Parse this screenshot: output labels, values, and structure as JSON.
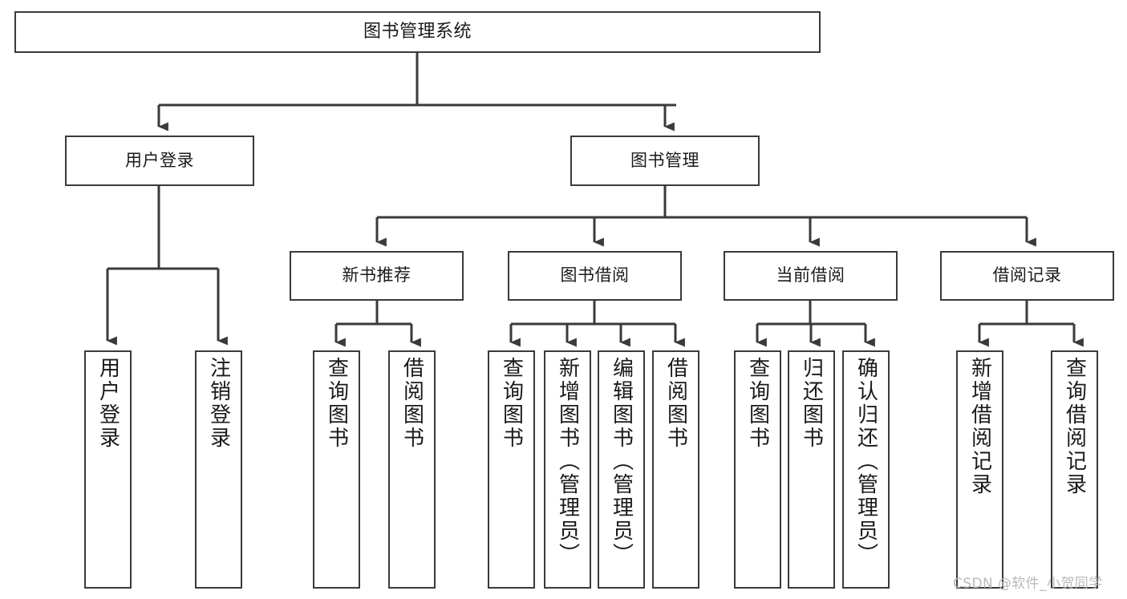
{
  "diagram": {
    "type": "tree",
    "title": "图书管理系统",
    "root": {
      "id": "root",
      "label": "图书管理系统",
      "orientation": "horizontal"
    },
    "level2": [
      {
        "id": "user-login",
        "label": "用户登录",
        "orientation": "horizontal"
      },
      {
        "id": "book-management",
        "label": "图书管理",
        "orientation": "horizontal"
      }
    ],
    "level3": [
      {
        "id": "new-book-recommend",
        "label": "新书推荐",
        "orientation": "horizontal",
        "parent": "book-management"
      },
      {
        "id": "book-borrow",
        "label": "图书借阅",
        "orientation": "horizontal",
        "parent": "book-management"
      },
      {
        "id": "current-borrow",
        "label": "当前借阅",
        "orientation": "horizontal",
        "parent": "book-management"
      },
      {
        "id": "borrow-record",
        "label": "借阅记录",
        "orientation": "horizontal",
        "parent": "book-management"
      }
    ],
    "leaves": [
      {
        "id": "leaf-user-login",
        "label": "用户登录",
        "orientation": "vertical",
        "parent": "user-login"
      },
      {
        "id": "leaf-logout-login",
        "label": "注销登录",
        "orientation": "vertical",
        "parent": "user-login"
      },
      {
        "id": "leaf-query-book-1",
        "label": "查询图书",
        "orientation": "vertical",
        "parent": "new-book-recommend"
      },
      {
        "id": "leaf-borrow-book-1",
        "label": "借阅图书",
        "orientation": "vertical",
        "parent": "new-book-recommend"
      },
      {
        "id": "leaf-query-book-2",
        "label": "查询图书",
        "orientation": "vertical",
        "parent": "book-borrow"
      },
      {
        "id": "leaf-add-book",
        "label": "新增图书（管理员）",
        "orientation": "vertical",
        "parent": "book-borrow"
      },
      {
        "id": "leaf-edit-book",
        "label": "编辑图书（管理员）",
        "orientation": "vertical",
        "parent": "book-borrow"
      },
      {
        "id": "leaf-borrow-book-2",
        "label": "借阅图书",
        "orientation": "vertical",
        "parent": "book-borrow"
      },
      {
        "id": "leaf-query-book-3",
        "label": "查询图书",
        "orientation": "vertical",
        "parent": "current-borrow"
      },
      {
        "id": "leaf-return-book",
        "label": "归还图书",
        "orientation": "vertical",
        "parent": "current-borrow"
      },
      {
        "id": "leaf-confirm-return",
        "label": "确认归还（管理员）",
        "orientation": "vertical",
        "parent": "current-borrow"
      },
      {
        "id": "leaf-add-record",
        "label": "新增借阅记录",
        "orientation": "vertical",
        "parent": "borrow-record"
      },
      {
        "id": "leaf-query-record",
        "label": "查询借阅记录",
        "orientation": "vertical",
        "parent": "borrow-record"
      }
    ],
    "colors": {
      "box_border": "#3a3a3a",
      "box_fill": "#ffffff",
      "connector": "#3a3a3a",
      "text": "#1a1a1a",
      "watermark": "#b9b9b9"
    }
  },
  "watermark": {
    "text": "CSDN @软件_小贺同学"
  }
}
